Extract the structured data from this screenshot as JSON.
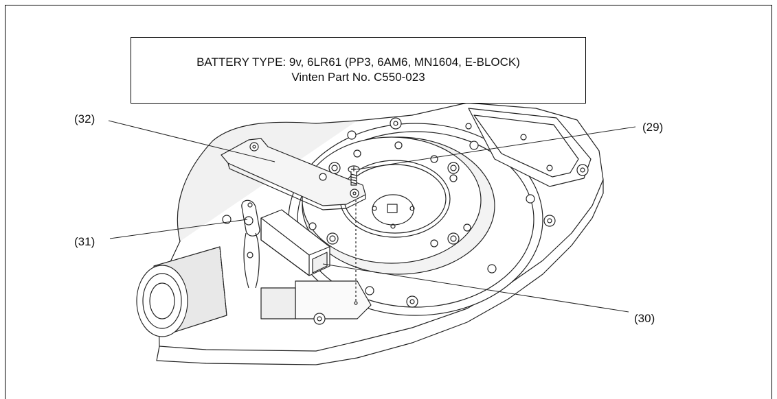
{
  "note": {
    "line1": "BATTERY TYPE: 9v, 6LR61 (PP3, 6AM6, MN1604, E-BLOCK)",
    "line2": "Vinten Part No. C550-023"
  },
  "callouts": {
    "c29": "(29)",
    "c30": "(30)",
    "c31": "(31)",
    "c32": "(32)"
  },
  "colors": {
    "line": "#222222",
    "fill": "#ffffff",
    "shade": "#e6e6e6",
    "dark": "#9a9a9a"
  }
}
